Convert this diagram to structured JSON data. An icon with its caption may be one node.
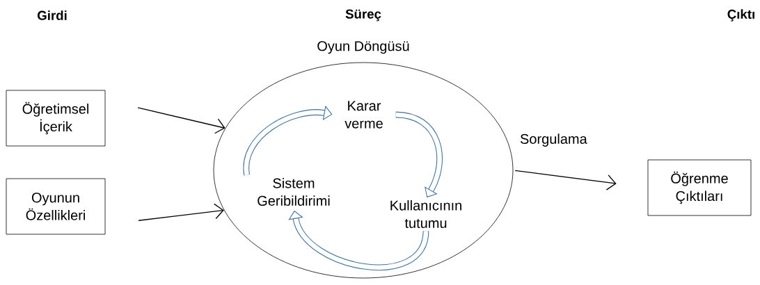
{
  "diagram": {
    "nodes": [
      {
        "text": [
          "Öğretimsel İçerik"
        ]
      },
      {
        "text": [
          "Oyunun Özellikleri"
        ]
      },
      {
        "text": [
          "Oyun Döngüsü"
        ]
      },
      {
        "text": [
          "Karar verme"
        ],
        "in": 2
      },
      {
        "text": [
          "Kullanıcının tutumu"
        ],
        "in": 2
      },
      {
        "text": [
          "Sistem Geribildirimi"
        ],
        "in": 2
      },
      {
        "text": [
          "Öğrenme Çıktıları"
        ]
      }
    ],
    "edges": [
      {
        "from": 0,
        "to": 2,
        "arrow": "to"
      },
      {
        "from": 1,
        "to": 2,
        "arrow": "to"
      },
      {
        "from": 2,
        "to": 6,
        "arrow": "to",
        "label": "Sorgulama"
      },
      {
        "from": 5,
        "to": 3,
        "arrow": "to",
        "style": "thick",
        "color": "#41719c"
      },
      {
        "from": 3,
        "to": 4,
        "arrow": "to",
        "style": "thick",
        "color": "#41719c"
      },
      {
        "from": 4,
        "to": 5,
        "arrow": "to",
        "style": "thick",
        "color": "#41719c"
      }
    ],
    "labels": [
      "Girdi",
      "Süreç",
      "Çıktı"
    ]
  }
}
